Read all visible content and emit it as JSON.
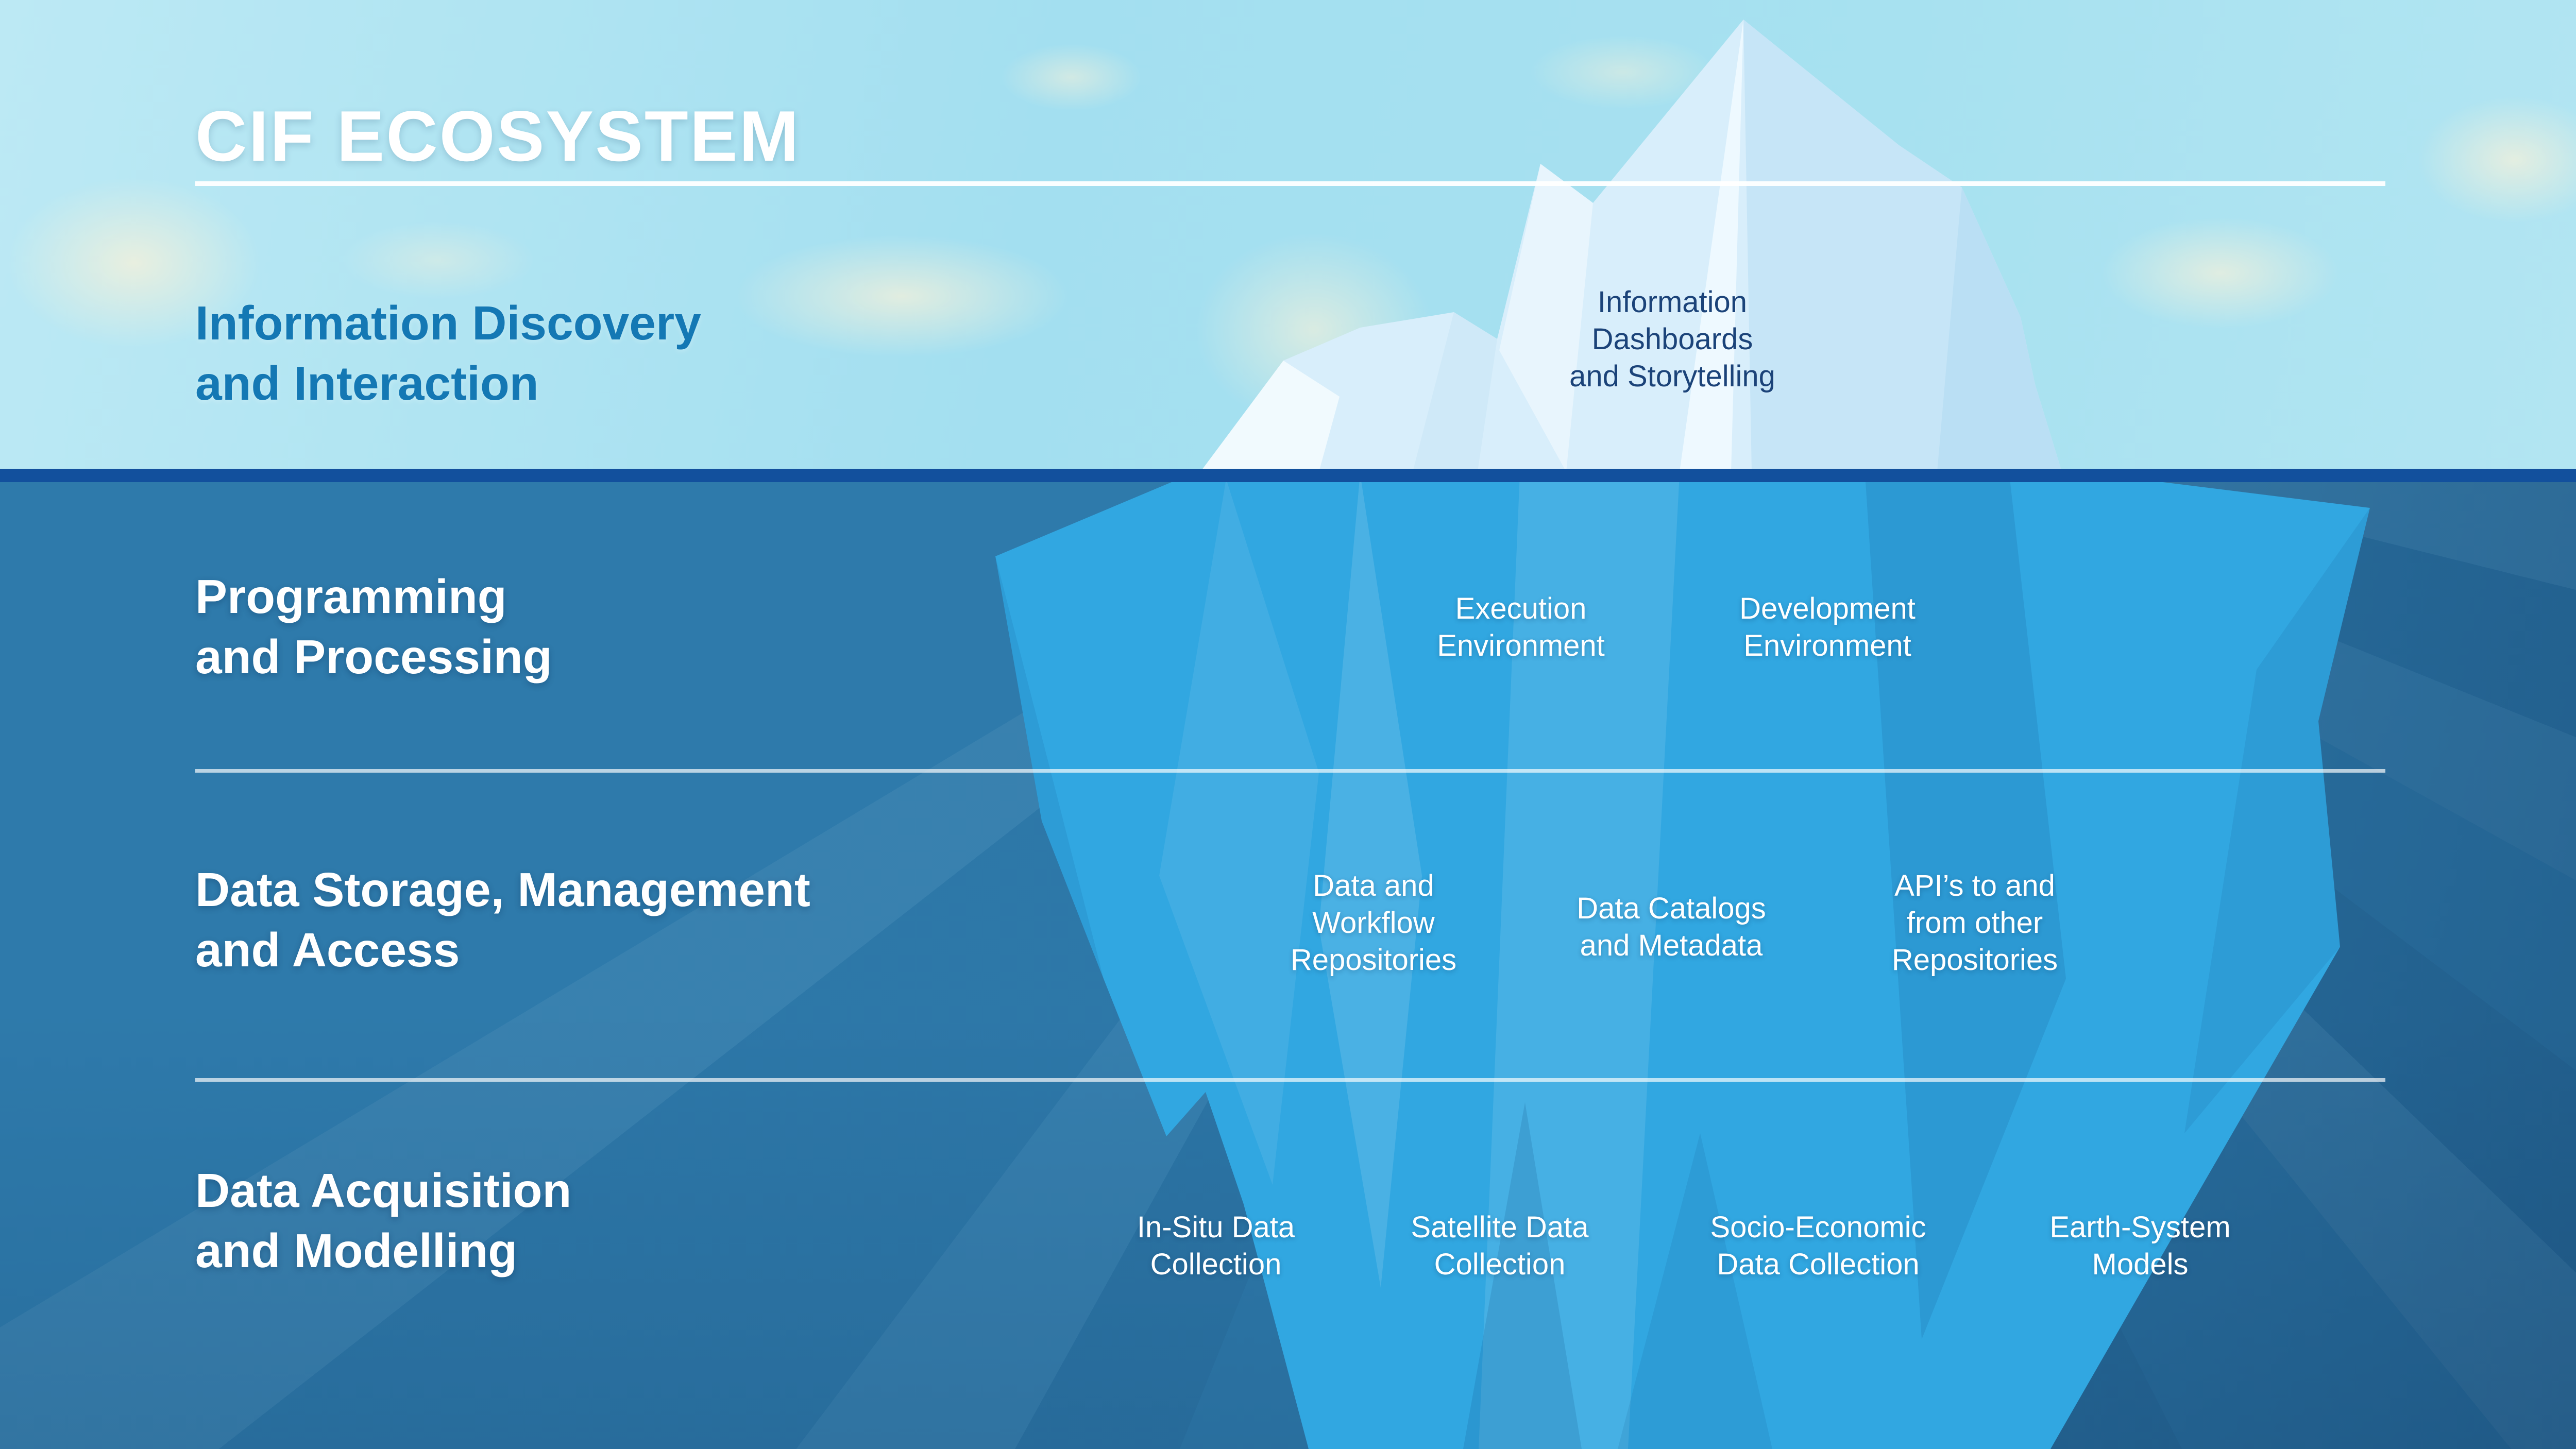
{
  "title": {
    "text": "CIF ECOSYSTEM"
  },
  "layers": {
    "discovery": {
      "heading": "Information Discovery\nand Interaction",
      "items": [
        {
          "label": "Information\nDashboards\nand Storytelling"
        }
      ]
    },
    "programming": {
      "heading": "Programming\nand Processing",
      "items": [
        {
          "label": "Execution\nEnvironment"
        },
        {
          "label": "Development\nEnvironment"
        }
      ]
    },
    "storage": {
      "heading": "Data Storage, Management\nand Access",
      "items": [
        {
          "label": "Data and\nWorkflow\nRepositories"
        },
        {
          "label": "Data Catalogs\nand Metadata"
        },
        {
          "label": "API’s to and\nfrom other\nRepositories"
        }
      ]
    },
    "acquisition": {
      "heading": "Data Acquisition\nand Modelling",
      "items": [
        {
          "label": "In-Situ Data\nCollection"
        },
        {
          "label": "Satellite Data\nCollection"
        },
        {
          "label": "Socio-Economic\nData Collection"
        },
        {
          "label": "Earth-System\nModels"
        }
      ]
    }
  },
  "colors": {
    "sky": "#a3dff0",
    "water": "#2e7aab",
    "waterline": "#12509d",
    "iceberg_above": "#d8eefb",
    "iceberg_below": "#31a7e1",
    "heading_above_water": "#1478b4",
    "tip_label": "#1b4379",
    "cloud": "#f4f1db"
  }
}
